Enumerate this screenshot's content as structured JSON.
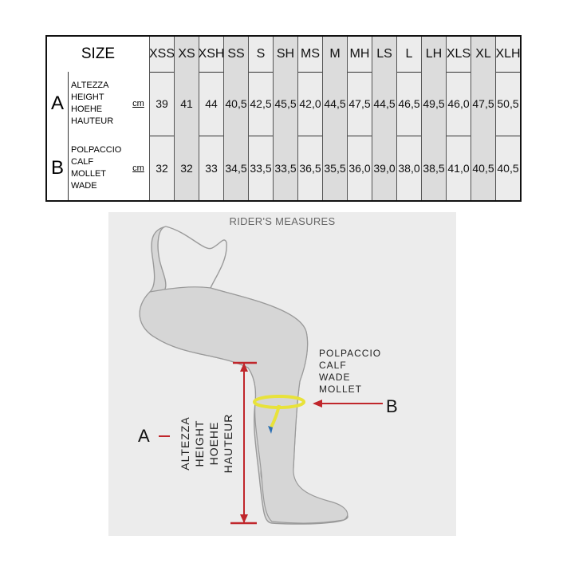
{
  "table": {
    "size_label": "SIZE",
    "unit": "cm",
    "sizes": [
      "XSS",
      "XS",
      "XSH",
      "SS",
      "S",
      "SH",
      "MS",
      "M",
      "MH",
      "LS",
      "L",
      "LH",
      "XLS",
      "XL",
      "XLH"
    ],
    "rows": [
      {
        "letter": "A",
        "labels": [
          "ALTEZZA",
          "HEIGHT",
          "HOEHE",
          "HAUTEUR"
        ],
        "values": [
          "39",
          "41",
          "44",
          "40,5",
          "42,5",
          "45,5",
          "42,0",
          "44,5",
          "47,5",
          "44,5",
          "46,5",
          "49,5",
          "46,0",
          "47,5",
          "50,5"
        ]
      },
      {
        "letter": "B",
        "labels": [
          "POLPACCIO",
          "CALF",
          "MOLLET",
          "WADE"
        ],
        "values": [
          "32",
          "32",
          "33",
          "34,5",
          "33,5",
          "33,5",
          "36,5",
          "35,5",
          "36,0",
          "39,0",
          "38,0",
          "38,5",
          "41,0",
          "40,5",
          "40,5"
        ]
      }
    ]
  },
  "diagram": {
    "title": "RIDER'S MEASURES",
    "calf_labels": [
      "POLPACCIO",
      "CALF",
      "WADE",
      "MOLLET"
    ],
    "height_labels": [
      "ALTEZZA",
      "HEIGHT",
      "HOEHE",
      "HAUTEUR"
    ],
    "label_a": "A",
    "label_b": "B",
    "colors": {
      "arrow": "#c0262b",
      "tape": "#e8e23a",
      "leg": "#d6d6d6",
      "outline": "#9a9a9a"
    }
  }
}
